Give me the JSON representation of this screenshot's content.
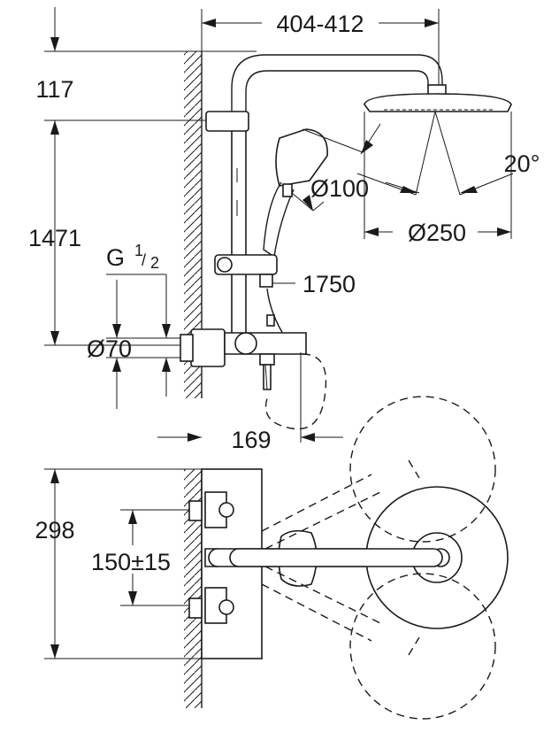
{
  "dimensions": {
    "width_range": "404-412",
    "height_top": "117",
    "height_mid": "1471",
    "thread_label": "G",
    "thread_fraction_num": "1",
    "thread_fraction_den": "2",
    "connection_diameter": "Ø70",
    "handshower_diameter": "Ø100",
    "headshower_diameter": "Ø250",
    "tilt_angle": "20°",
    "hose_length": "1750",
    "projection_depth": "169",
    "plan_depth": "298",
    "centre_distance": "150±15"
  }
}
